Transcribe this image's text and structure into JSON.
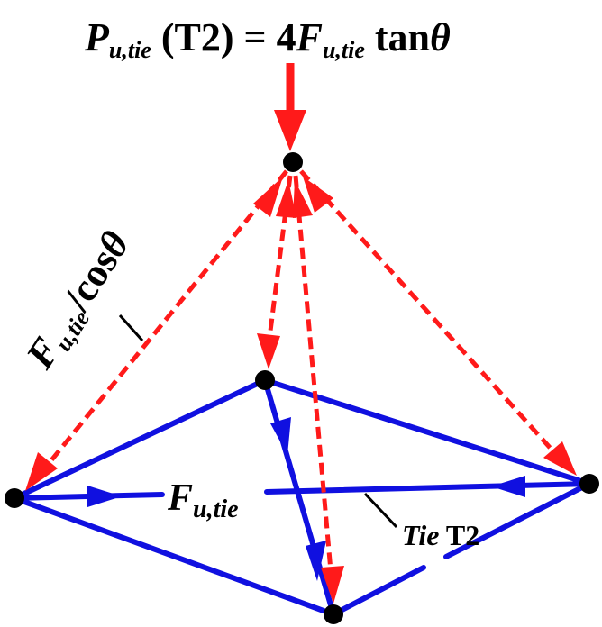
{
  "colors": {
    "compression": "#ff1a1a",
    "tie": "#1010e0",
    "node": "#000000",
    "text": "#000000"
  },
  "labels": {
    "title": {
      "p": "P",
      "p_sub": "u,tie",
      "mid": " (T2) = 4",
      "f": "F",
      "f_sub": "u,tie",
      "tan": " tan",
      "theta": "θ"
    },
    "strut_force": {
      "f": "F",
      "f_sub": "u,tie",
      "rest": "/cos",
      "theta": "θ"
    },
    "tie_force": {
      "f": "F",
      "f_sub": "u,tie"
    },
    "tie_name": {
      "italic": "Tie",
      "rest": " T2"
    }
  }
}
